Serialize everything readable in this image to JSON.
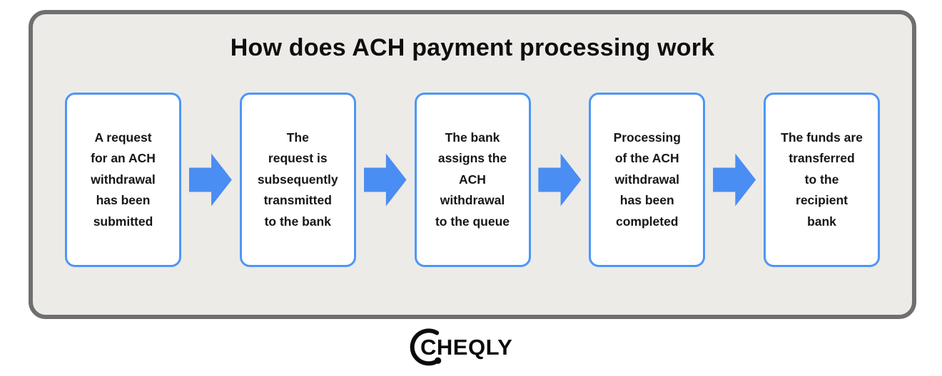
{
  "diagram": {
    "title": "How does ACH payment processing work",
    "steps": [
      {
        "label": "A request\nfor an ACH\nwithdrawal\nhas been\nsubmitted"
      },
      {
        "label": "The\nrequest is\nsubsequently\ntransmitted\nto the bank"
      },
      {
        "label": "The bank\nassigns the\nACH\nwithdrawal\nto the queue"
      },
      {
        "label": "Processing\nof the ACH\nwithdrawal\nhas been\ncompleted"
      },
      {
        "label": "The funds are\ntransferred\nto the\nrecipient\nbank"
      }
    ]
  },
  "branding": {
    "logo_text": "CHEQLY"
  },
  "colors": {
    "panel_background": "#ECEBE8",
    "panel_border": "#6F6F6F",
    "box_border_blue": "#4E96F7",
    "arrow_blue": "#4A8DF3",
    "box_background": "#FFFFFF",
    "text_color": "#161616",
    "page_background": "#FFFFFF"
  }
}
